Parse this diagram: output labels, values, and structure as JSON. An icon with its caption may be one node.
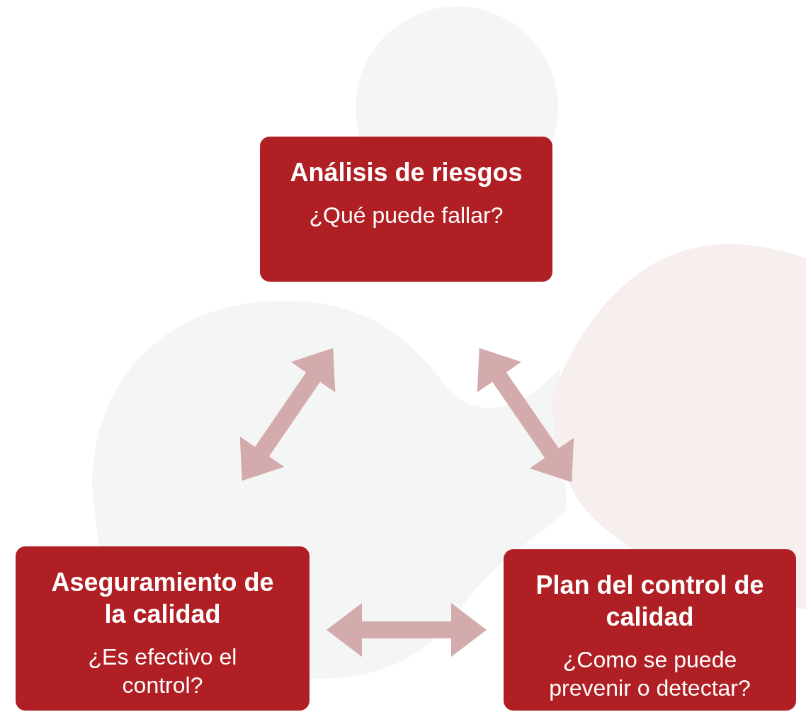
{
  "diagram": {
    "nodes": [
      {
        "text": [
          "Análisis de riesgos",
          "¿Qué puede fallar?"
        ]
      },
      {
        "text": [
          "Aseguramiento de la calidad",
          "¿Es efectivo el control?"
        ]
      },
      {
        "text": [
          "Plan del control de calidad",
          "¿Como se puede prevenir o detectar?"
        ]
      }
    ],
    "edges": [
      {
        "from": 0,
        "to": 1,
        "arrow": "both"
      },
      {
        "from": 0,
        "to": 2,
        "arrow": "both"
      },
      {
        "from": 1,
        "to": 2,
        "arrow": "both"
      }
    ]
  }
}
